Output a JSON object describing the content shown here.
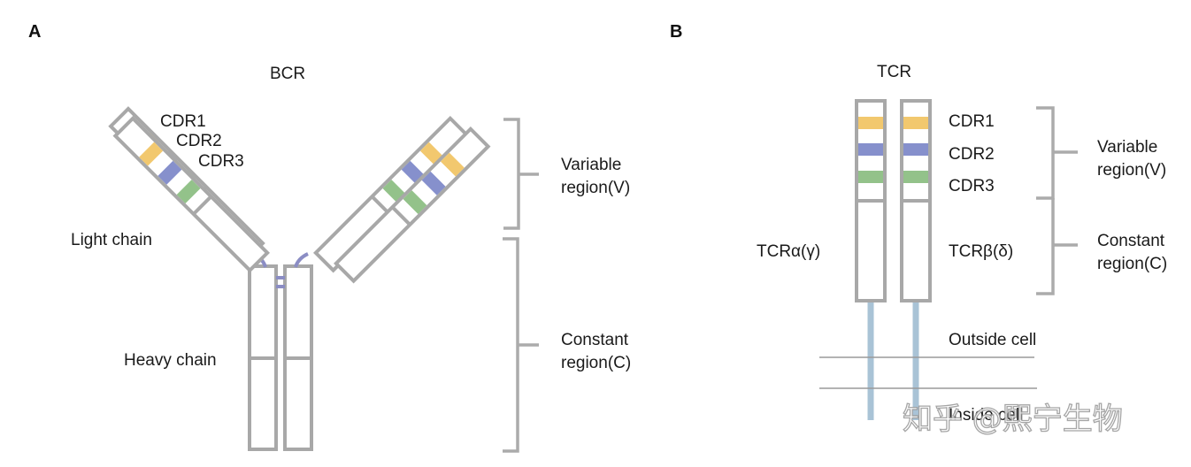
{
  "colors": {
    "cdr1": "#f2c86e",
    "cdr2": "#8690cc",
    "cdr3": "#93c28a",
    "outline": "#a8a8a8",
    "transmembrane": "#a9c3d6",
    "disulfide": "#8b8dc4"
  },
  "panel_a": {
    "panel_label": "A",
    "title": "BCR",
    "cdr_labels": [
      "CDR1",
      "CDR2",
      "CDR3"
    ],
    "light_chain_label": "Light chain",
    "heavy_chain_label": "Heavy chain",
    "variable_region_label": [
      "Variable",
      "region(V)"
    ],
    "constant_region_label": [
      "Constant",
      "region(C)"
    ]
  },
  "panel_b": {
    "panel_label": "B",
    "title": "TCR",
    "cdr_labels": [
      "CDR1",
      "CDR2",
      "CDR3"
    ],
    "alpha_chain_label": "TCRα(γ)",
    "beta_chain_label": "TCRβ(δ)",
    "variable_region_label": [
      "Variable",
      "region(V)"
    ],
    "constant_region_label": [
      "Constant",
      "region(C)"
    ],
    "outside_label": "Outside cell",
    "inside_label": "Inside cell"
  },
  "watermark": "知乎 @熙宁生物"
}
